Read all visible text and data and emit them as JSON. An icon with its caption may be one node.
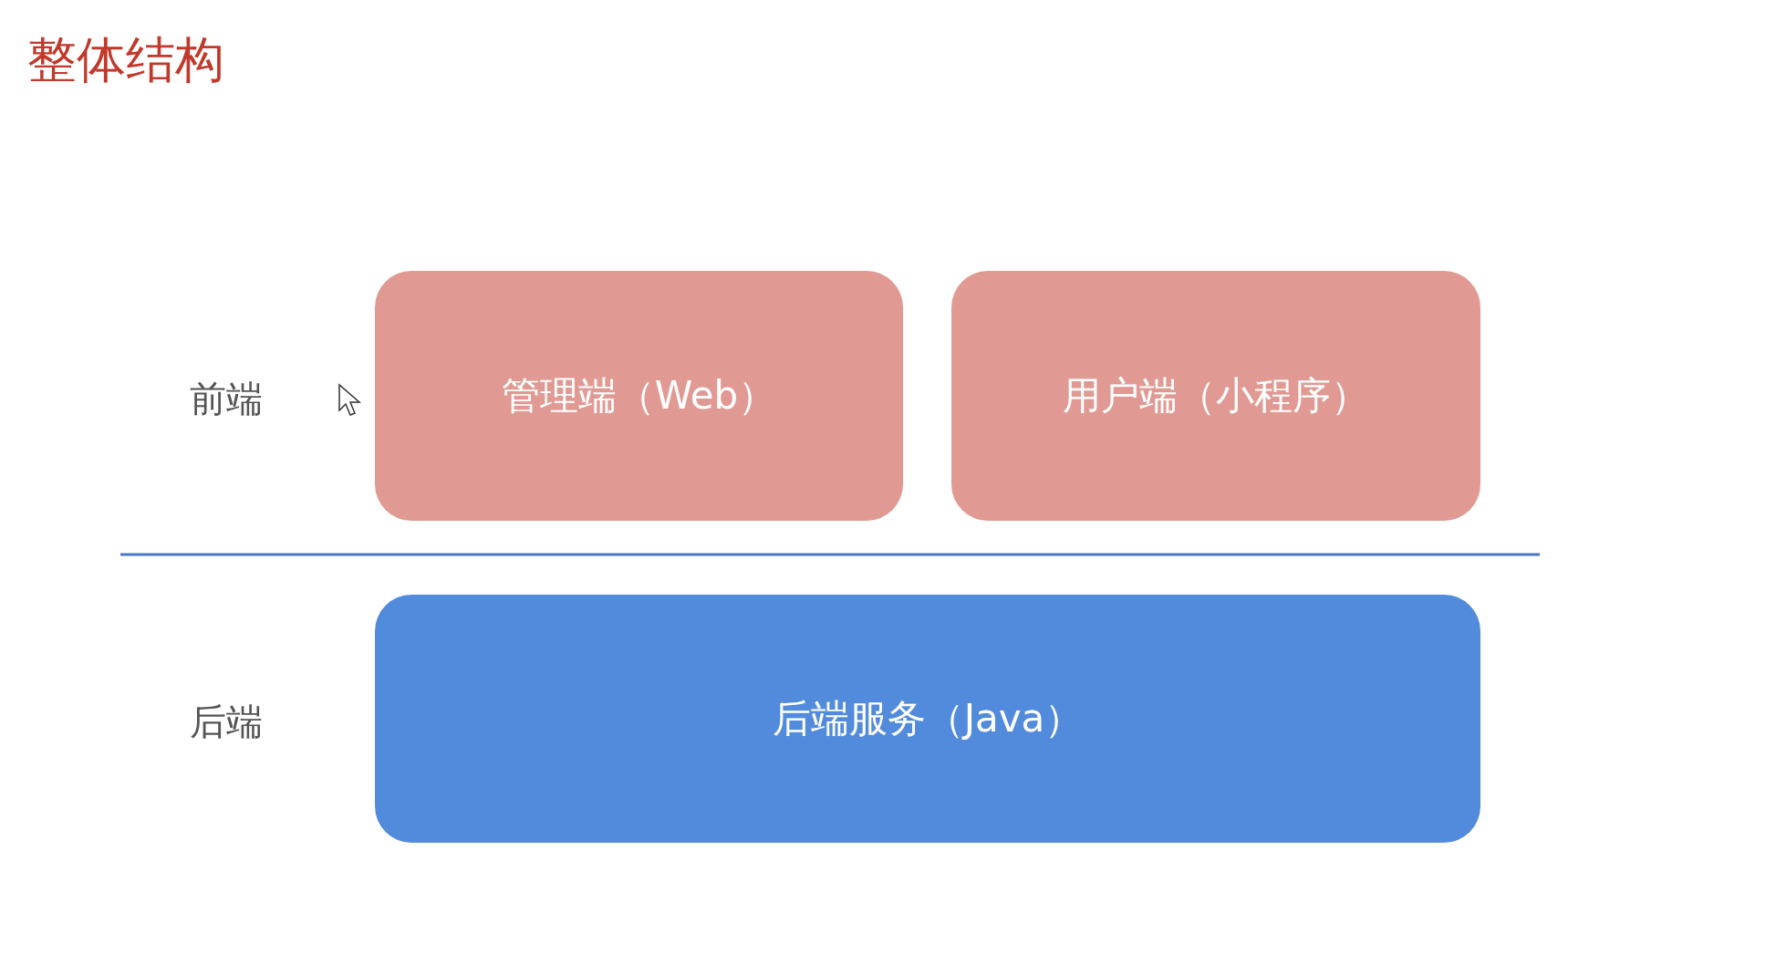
{
  "diagram": {
    "title": "整体结构",
    "nodes": [
      {
        "text": [
          "管理端（Web）"
        ]
      },
      {
        "text": [
          "用户端（小程序）"
        ]
      },
      {
        "text": [
          "后端服务（Java）"
        ]
      }
    ],
    "edges": [],
    "labels": [
      "前端",
      "后端"
    ]
  }
}
